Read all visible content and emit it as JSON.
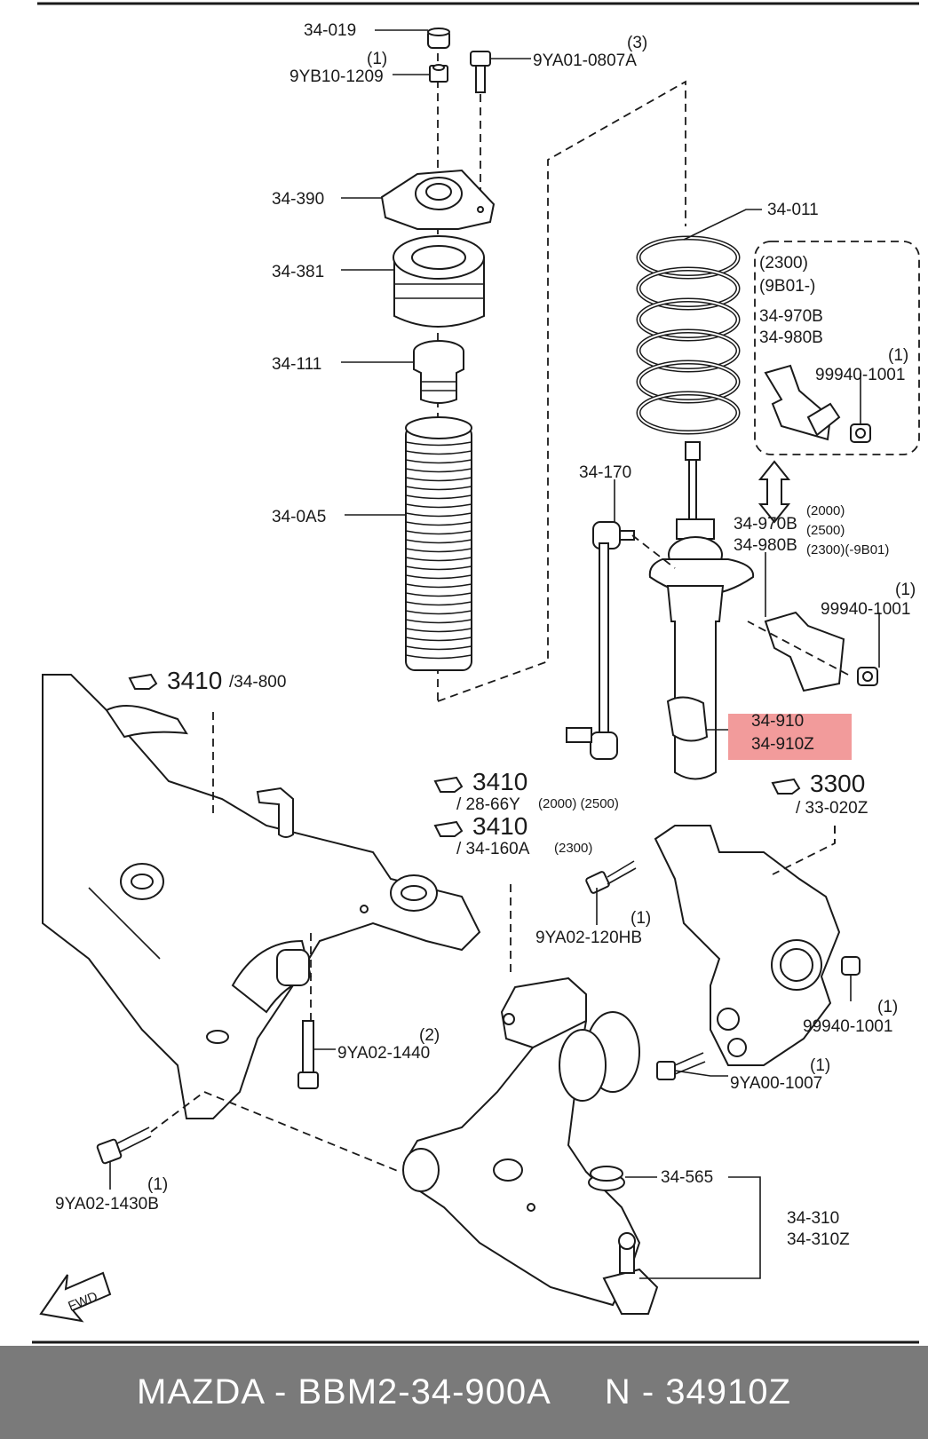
{
  "labels": {
    "p34_019": "34-019",
    "p9yb10_1209": "9YB10-1209",
    "q1_a": "(1)",
    "p9ya01_0807a": "9YA01-0807A",
    "q3": "(3)",
    "p34_390": "34-390",
    "p34_381": "34-381",
    "p34_111": "34-111",
    "p34_0a5": "34-0A5",
    "p34_011": "34-011",
    "b2300": "(2300)",
    "b9b01": "(9B01-)",
    "p34_970b_a": "34-970B",
    "p34_980b_a": "34-980B",
    "q1_b": "(1)",
    "p99940_a": "99940-1001",
    "p34_170": "34-170",
    "p34_970b_b": "34-970B",
    "p34_980b_b": "34-980B",
    "v2000": "(2000)",
    "v2500": "(2500)",
    "v2300_9b01": "(2300)(-9B01)",
    "q1_c": "(1)",
    "p99940_b": "99940-1001",
    "ref3410_a": "3410",
    "ref34800": "/34-800",
    "p34_910": "34-910",
    "p34_910z": "34-910Z",
    "ref3410_b": "3410",
    "ref28_66y": "/ 28-66Y",
    "ref28_66y_var": "(2000) (2500)",
    "ref3410_c": "3410",
    "ref34_160a": "/ 34-160A",
    "ref34_160a_var": "(2300)",
    "ref3300": "3300",
    "ref33_020z": "/ 33-020Z",
    "q1_d": "(1)",
    "p9ya02_120hb": "9YA02-120HB",
    "q1_e": "(1)",
    "p99940_c": "99940-1001",
    "q2": "(2)",
    "p9ya02_1440": "9YA02-1440",
    "q1_f": "(1)",
    "p9ya00_1007": "9YA00-1007",
    "q1_g": "(1)",
    "p9ya02_1430b": "9YA02-1430B",
    "p34_565": "34-565",
    "p34_310": "34-310",
    "p34_310z": "34-310Z",
    "fwd": "FWD"
  },
  "highlight_color": "#f08a8a",
  "footer": {
    "left": "MAZDA - BBM2-34-900A",
    "right": "N - 34910Z"
  }
}
